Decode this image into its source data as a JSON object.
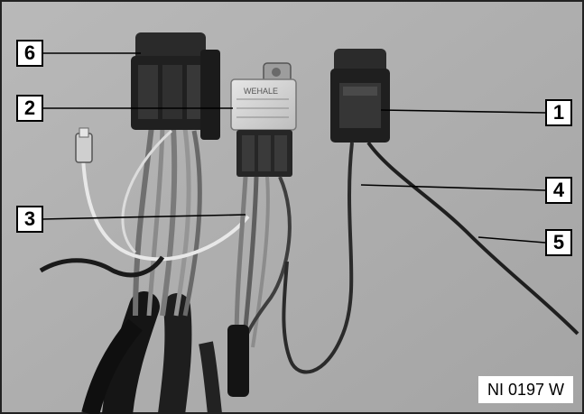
{
  "figure": {
    "reference_code": "NI 0197 W",
    "callouts": [
      "1",
      "2",
      "3",
      "4",
      "5",
      "6"
    ],
    "relay_label_text": "WEHALE"
  }
}
